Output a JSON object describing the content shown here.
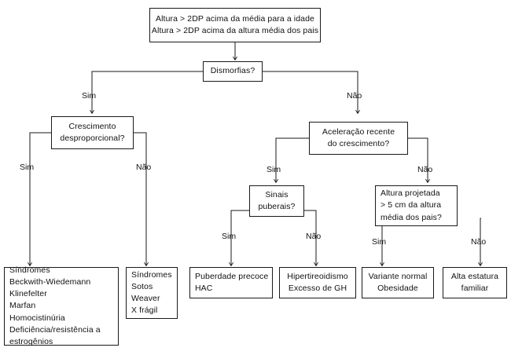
{
  "diagram": {
    "title": "Fluxograma de investigacao de alta estatura",
    "language": "pt-BR",
    "line_color": "#1a1a1a",
    "background": "#ffffff"
  },
  "nodes": {
    "root": {
      "line1": "Altura > 2DP acima da média para a idade",
      "line2": "Altura > 2DP acima da altura média dos pais"
    },
    "dismorfias": {
      "line1": "Dismorfias?"
    },
    "crescimento": {
      "line1": "Crescimento",
      "line2": "desproporcional?"
    },
    "aceleracao": {
      "line1": "Aceleração recente",
      "line2": "do crescimento?"
    },
    "sinais": {
      "line1": "Sinais",
      "line2": "puberais?"
    },
    "projetada": {
      "line1": "Altura projetada",
      "line2": "> 5 cm da altura",
      "line3": "média dos pais?"
    },
    "leaf_sindromes_a": {
      "line1": "Síndromes",
      "line2": "Beckwith-Wiedemann",
      "line3": "Klinefelter",
      "line4": "Marfan",
      "line5": "Homocistinúria",
      "line6": "Deficiência/resistência a",
      "line7": "estrogênios"
    },
    "leaf_sindromes_b": {
      "line1": "Síndromes",
      "line2": "Sotos",
      "line3": "Weaver",
      "line4": "X frágil"
    },
    "leaf_puberdade": {
      "line1": "Puberdade precoce",
      "line2": "HAC"
    },
    "leaf_hipertireoidismo": {
      "line1": "Hipertireoidismo",
      "line2": "Excesso de GH"
    },
    "leaf_variante": {
      "line1": "Variante normal",
      "line2": "Obesidade"
    },
    "leaf_alta_estatura": {
      "line1": "Alta estatura",
      "line2": "familiar"
    }
  },
  "edge_labels": {
    "dismorfias_sim": "Sim",
    "dismorfias_nao": "Não",
    "crescimento_sim": "Sim",
    "crescimento_nao": "Não",
    "aceleracao_sim": "Sim",
    "aceleracao_nao": "Não",
    "sinais_sim": "Sim",
    "sinais_nao": "Não",
    "projetada_sim": "Sim",
    "projetada_nao": "Não"
  }
}
